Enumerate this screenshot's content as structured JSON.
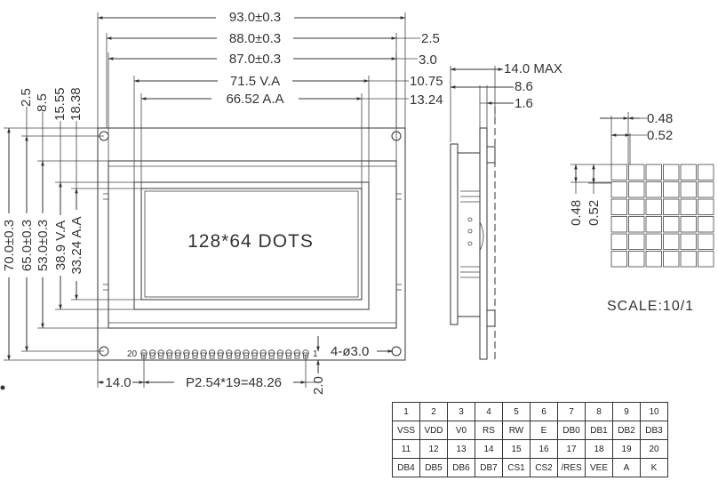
{
  "front_view": {
    "display_label": "128*64 DOTS",
    "pin_start_label": "20",
    "pin_end_label": "1",
    "dims_top": [
      "93.0±0.3",
      "88.0±0.3",
      "87.0±0.3",
      "71.5 V.A",
      "66.52 A.A"
    ],
    "dims_right": [
      "2.5",
      "3.0",
      "10.75",
      "13.24"
    ],
    "dims_left": [
      "2.5",
      "8.5",
      "15.55",
      "18.38",
      "70.0±0.3",
      "65.0±0.3",
      "53.0±0.3",
      "38.9 V.A",
      "33.24 A.A"
    ],
    "dims_bottom": [
      "14.0",
      "P2.54*19=48.26",
      "2.0"
    ],
    "hole_label": "4-ø3.0"
  },
  "side_view": {
    "dims": [
      "14.0 MAX",
      "8.6",
      "1.6"
    ]
  },
  "dot_detail": {
    "pitch_x": "0.52",
    "size_x": "0.48",
    "pitch_y": "0.52",
    "size_y": "0.48",
    "scale_label": "SCALE:10/1"
  },
  "pin_table": [
    [
      "1",
      "2",
      "3",
      "4",
      "5",
      "6",
      "7",
      "8",
      "9",
      "10"
    ],
    [
      "VSS",
      "VDD",
      "V0",
      "RS",
      "RW",
      "E",
      "DB0",
      "DB1",
      "DB2",
      "DB3"
    ],
    [
      "11",
      "12",
      "13",
      "14",
      "15",
      "16",
      "17",
      "18",
      "19",
      "20"
    ],
    [
      "DB4",
      "DB5",
      "DB6",
      "DB7",
      "CS1",
      "CS2",
      "/RES",
      "VEE",
      "A",
      "K"
    ]
  ]
}
